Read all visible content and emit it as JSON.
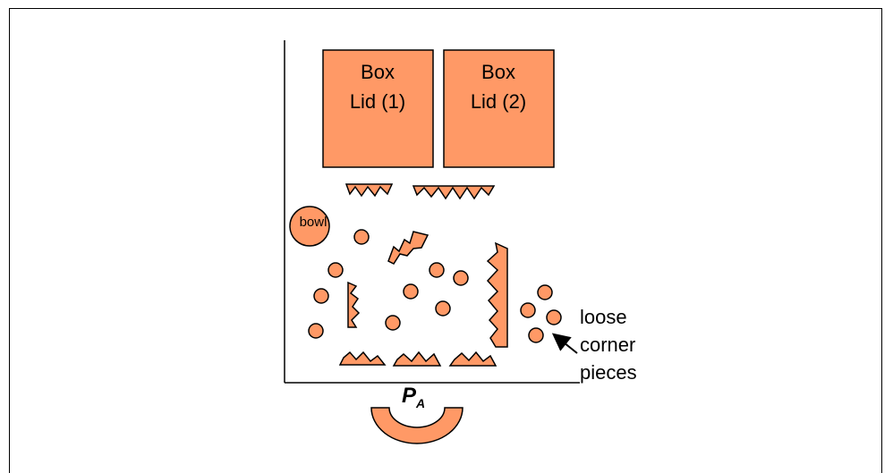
{
  "diagram": {
    "box_lid_1": {
      "line1": "Box",
      "line2": "Lid (1)"
    },
    "box_lid_2": {
      "line1": "Box",
      "line2": "Lid (2)"
    },
    "bowl": "bowl",
    "annotation": {
      "line1": "loose",
      "line2": "corner",
      "line3": "pieces"
    },
    "label": {
      "main": "P",
      "subscript": "A"
    }
  },
  "colors": {
    "fill": "#ff9966",
    "stroke": "#000000",
    "background": "#ffffff"
  }
}
